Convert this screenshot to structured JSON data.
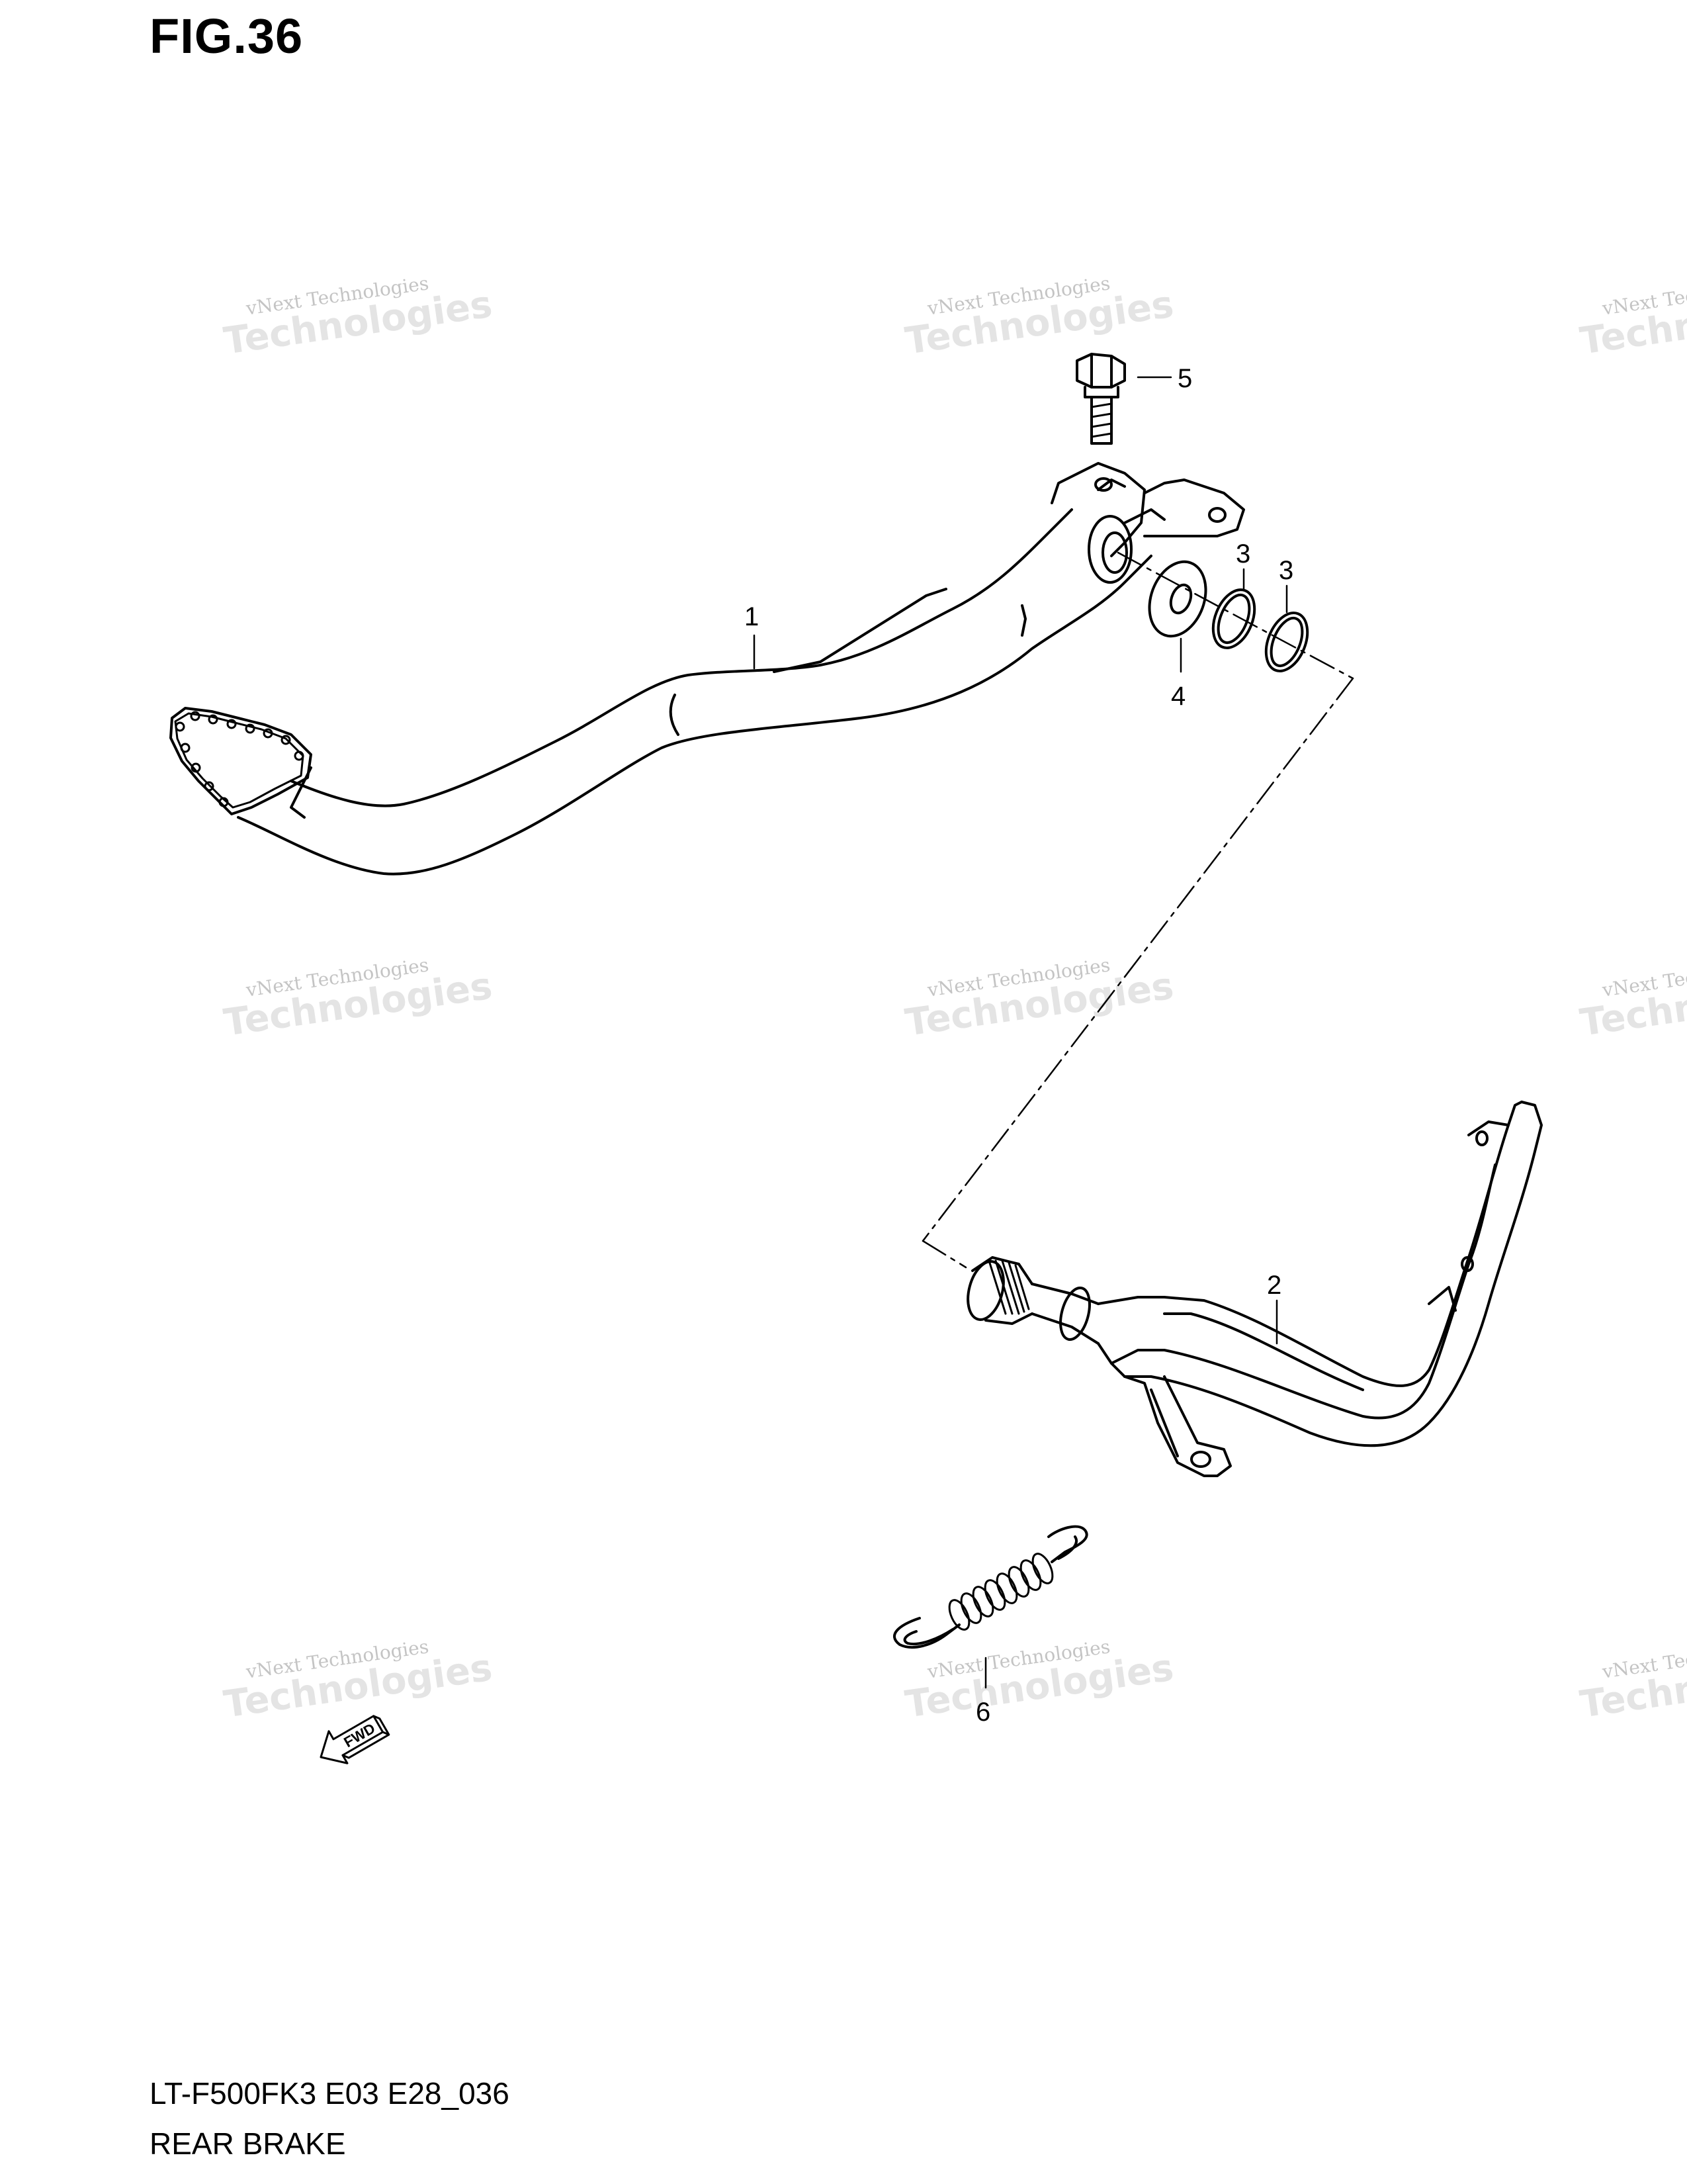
{
  "figure": {
    "title": "FIG.36"
  },
  "footer": {
    "model_code": "LT-F500FK3 E03 E28_036",
    "section_name": "REAR BRAKE"
  },
  "callouts": [
    "1",
    "2",
    "3",
    "3",
    "4",
    "5",
    "6"
  ],
  "fwd_label": "FWD",
  "watermark": {
    "line1": "vNext Technologies",
    "line2": "Technologies"
  }
}
